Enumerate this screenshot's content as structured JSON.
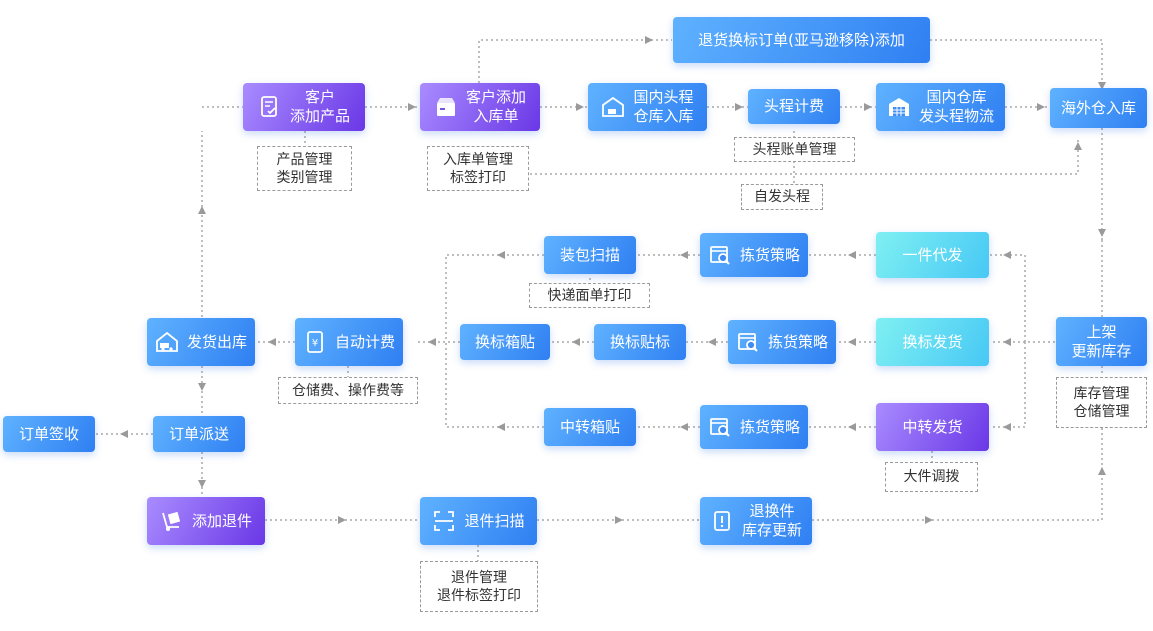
{
  "nodes": {
    "return_relabel": "退货换标订单(亚马逊移除)添加",
    "add_product": "客户\n添加产品",
    "add_inbound": "客户添加\n入库单",
    "domestic_first_leg": "国内头程\n仓库入库",
    "first_leg_billing": "头程计费",
    "domestic_warehouse": "国内仓库\n发头程物流",
    "overseas_inbound": "海外仓入库",
    "pack_scan": "装包扫描",
    "pick_strategy_1": "拣货策略",
    "one_piece_dropship": "一件代发",
    "relabel_box": "换标箱贴",
    "relabel_label": "换标贴标",
    "pick_strategy_2": "拣货策略",
    "relabel_ship": "换标发货",
    "ship_out": "发货出库",
    "auto_billing": "自动计费",
    "transfer_box": "中转箱贴",
    "pick_strategy_3": "拣货策略",
    "transfer_ship": "中转发货",
    "shelve": "上架\n更新库存",
    "order_signed": "订单签收",
    "order_dispatch": "订单派送",
    "add_return": "添加退件",
    "return_scan": "退件扫描",
    "return_replace": "退换件\n库存更新"
  },
  "tags": {
    "product_mgmt": "产品管理\n类别管理",
    "inbound_mgmt": "入库单管理\n标签打印",
    "first_leg_bill_mgmt": "头程账单管理",
    "self_first_leg": "自发头程",
    "express_print": "快递面单打印",
    "fees": "仓储费、操作费等",
    "bulky_transfer": "大件调拨",
    "inventory_mgmt": "库存管理\n仓储管理",
    "return_mgmt": "退件管理\n退件标签打印"
  },
  "icons": {
    "add_product": "document-check-icon",
    "add_inbound": "box-icon",
    "domestic_first_leg": "warehouse-truck-icon",
    "domestic_warehouse": "warehouse-icon",
    "pick_strategy": "box-search-icon",
    "ship_out": "truck-house-icon",
    "auto_billing": "yen-phone-icon",
    "add_return": "hand-truck-icon",
    "return_scan": "scan-icon",
    "return_replace": "exclamation-doc-icon"
  },
  "colors": {
    "blue": "#2f7ff2",
    "purple": "#6a37e6",
    "cyan": "#47c8f5",
    "connector": "#9a9a9a"
  }
}
